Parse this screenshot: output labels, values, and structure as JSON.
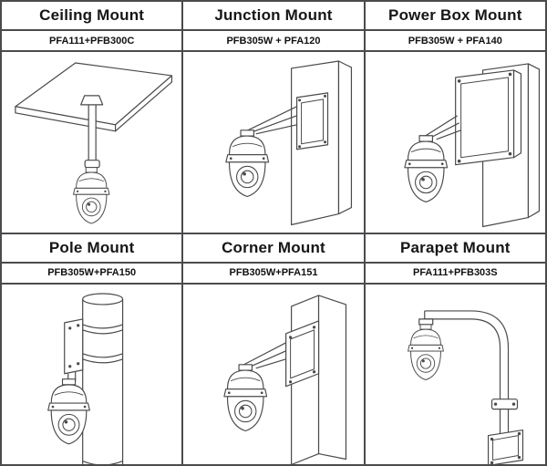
{
  "colors": {
    "border": "#4b4b4e",
    "line_art": "#4a4a4a",
    "text": "#161616",
    "background": "#ffffff"
  },
  "mounts": [
    {
      "label": "Ceiling Mount",
      "parts": "PFA111+PFB300C",
      "illustration": "ceiling-mount-line-drawing"
    },
    {
      "label": "Junction Mount",
      "parts": "PFB305W + PFA120",
      "illustration": "junction-mount-line-drawing"
    },
    {
      "label": "Power Box Mount",
      "parts": "PFB305W + PFA140",
      "illustration": "power-box-mount-line-drawing"
    },
    {
      "label": "Pole Mount",
      "parts": "PFB305W+PFA150",
      "illustration": "pole-mount-line-drawing"
    },
    {
      "label": "Corner Mount",
      "parts": "PFB305W+PFA151",
      "illustration": "corner-mount-line-drawing"
    },
    {
      "label": "Parapet Mount",
      "parts": "PFA111+PFB303S",
      "illustration": "parapet-mount-line-drawing"
    }
  ]
}
